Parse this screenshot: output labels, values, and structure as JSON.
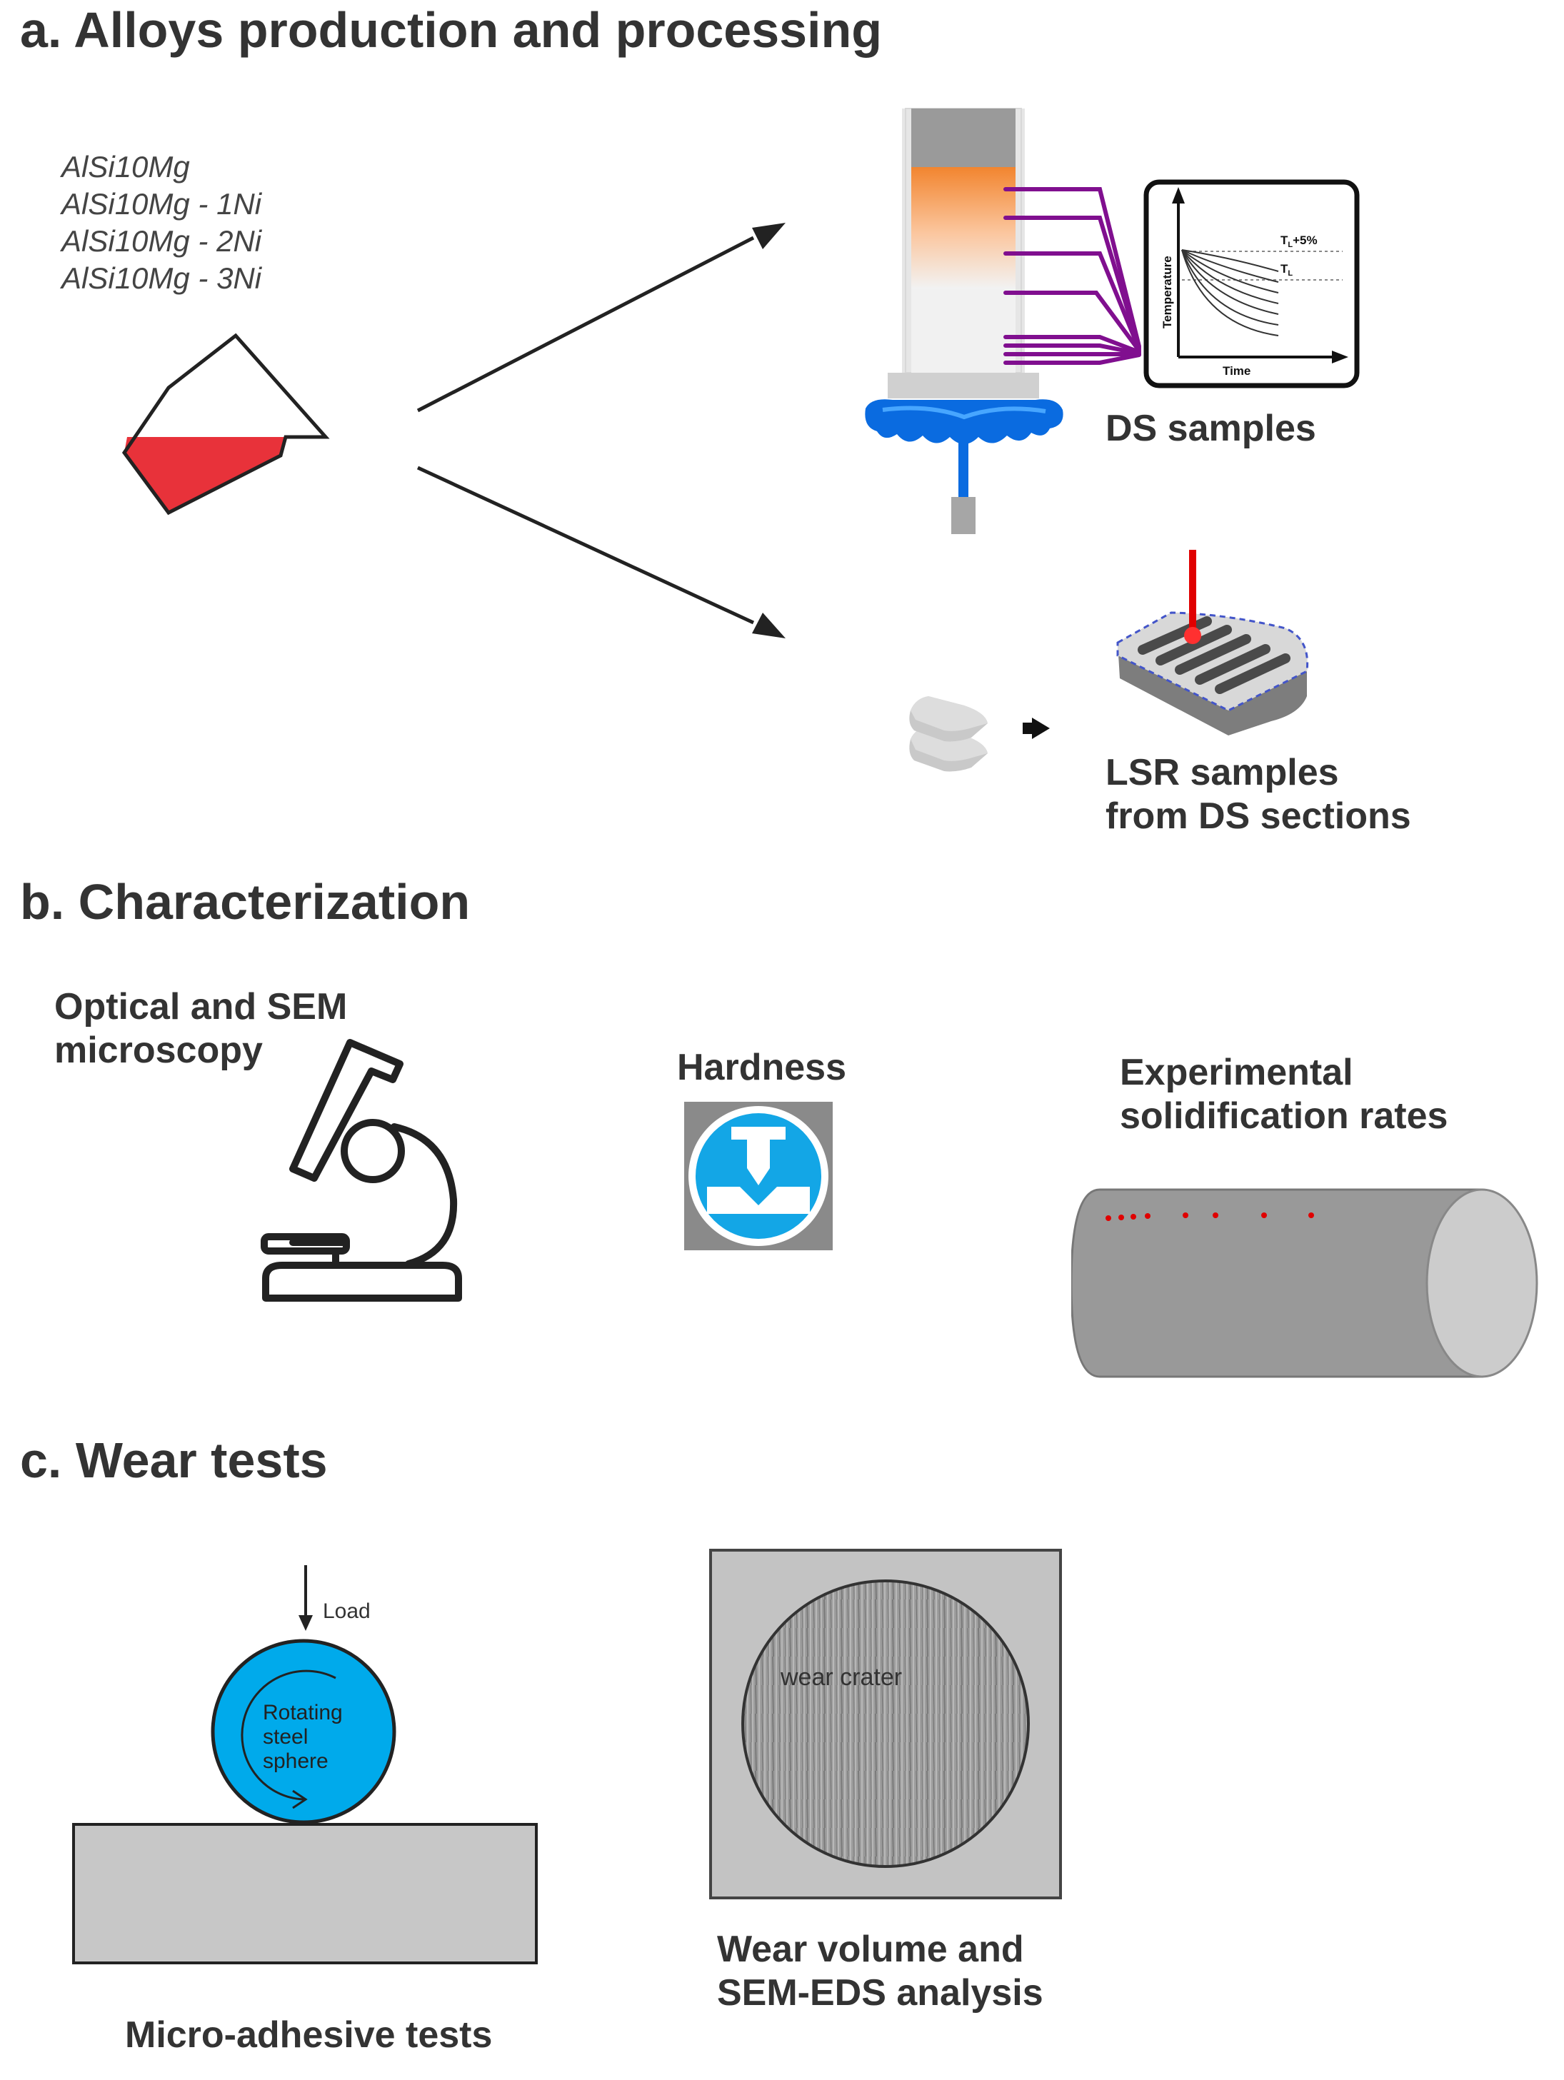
{
  "sections": {
    "a": {
      "title": "a. Alloys production and processing"
    },
    "b": {
      "title": "b. Characterization"
    },
    "c": {
      "title": "c. Wear tests"
    }
  },
  "alloys": [
    "AlSi10Mg",
    "AlSi10Mg - 1Ni",
    "AlSi10Mg - 2Ni",
    "AlSi10Mg - 3Ni"
  ],
  "processing": {
    "ds_label": "DS samples",
    "lsr_label_line1": "LSR samples",
    "lsr_label_line2": "from DS sections",
    "graph": {
      "ylabel": "Temperature",
      "xlabel": "Time",
      "tl5": "T",
      "tl5_sub": "L",
      "tl5_suffix": "+5%",
      "tl": "T",
      "tl_sub": "L"
    }
  },
  "characterization": {
    "optical_line1": "Optical and SEM",
    "optical_line2": "microscopy",
    "hardness": "Hardness",
    "exp_line1": "Experimental",
    "exp_line2": "solidification rates"
  },
  "wear": {
    "load": "Load",
    "sphere_line1": "Rotating",
    "sphere_line2": "steel",
    "sphere_line3": "sphere",
    "crater": "wear crater",
    "wear_line1": "Wear volume and",
    "wear_line2": "SEM-EDS analysis",
    "micro": "Micro-adhesive tests"
  },
  "colors": {
    "liquid_red": "#e8323a",
    "thermocouple_purple": "#800f8f",
    "coolant_blue": "#0a6be0",
    "hardness_blue": "#13a6e6",
    "sphere_blue": "#00aaeb",
    "laser_red": "#e00000",
    "cylinder_grey": "#999999"
  }
}
